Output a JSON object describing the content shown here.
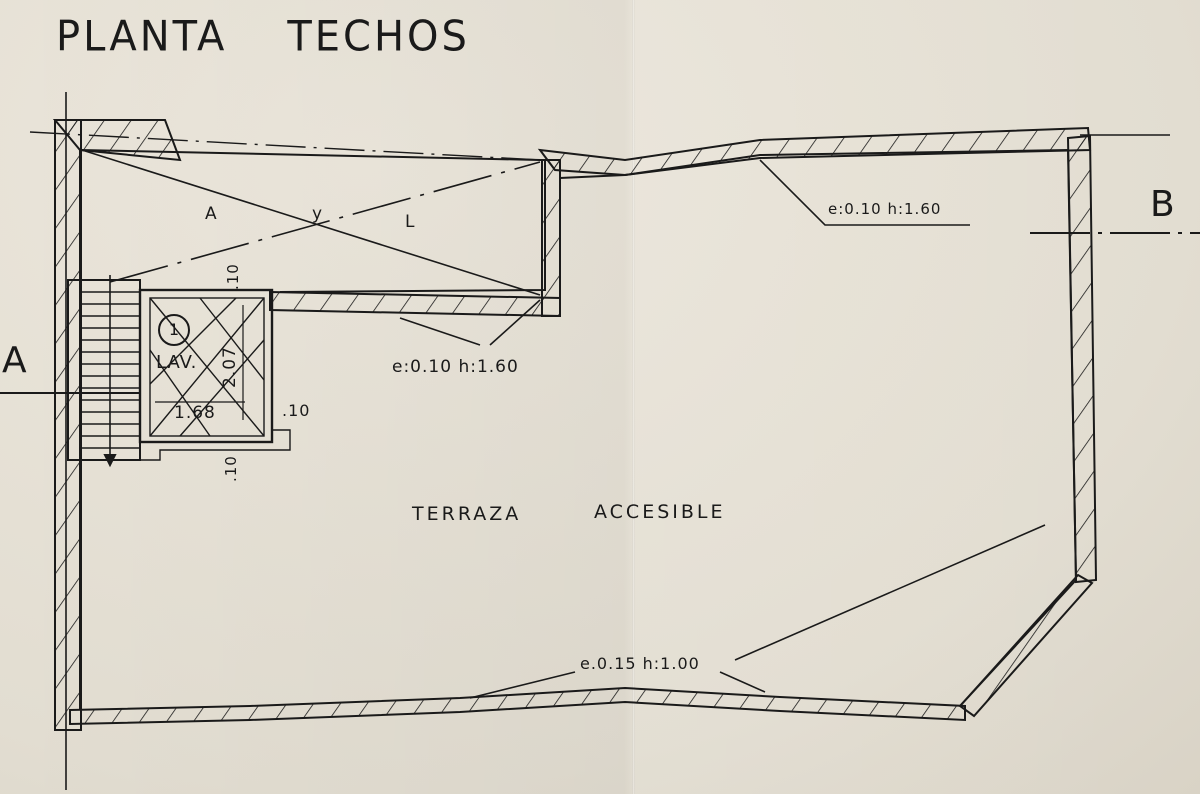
{
  "title": {
    "word1": "PLANTA",
    "word2": "TECHOS"
  },
  "section_marks": {
    "a": "A",
    "b": "B"
  },
  "diagonal_labels": {
    "left": "A",
    "middle": "y",
    "right": "L"
  },
  "room": {
    "number": "1",
    "name": "LAV.",
    "width": "1.68",
    "height": "2.07"
  },
  "small_dims": {
    "top": ".10",
    "right": ".10",
    "bottom": ".10"
  },
  "wall_notes": {
    "top_right": "e:0.10   h:1.60",
    "middle": "e:0.10   h:1.60",
    "bottom": "e.0.15  h:1.00"
  },
  "area_label": {
    "word1": "TERRAZA",
    "word2": "ACCESIBLE"
  }
}
